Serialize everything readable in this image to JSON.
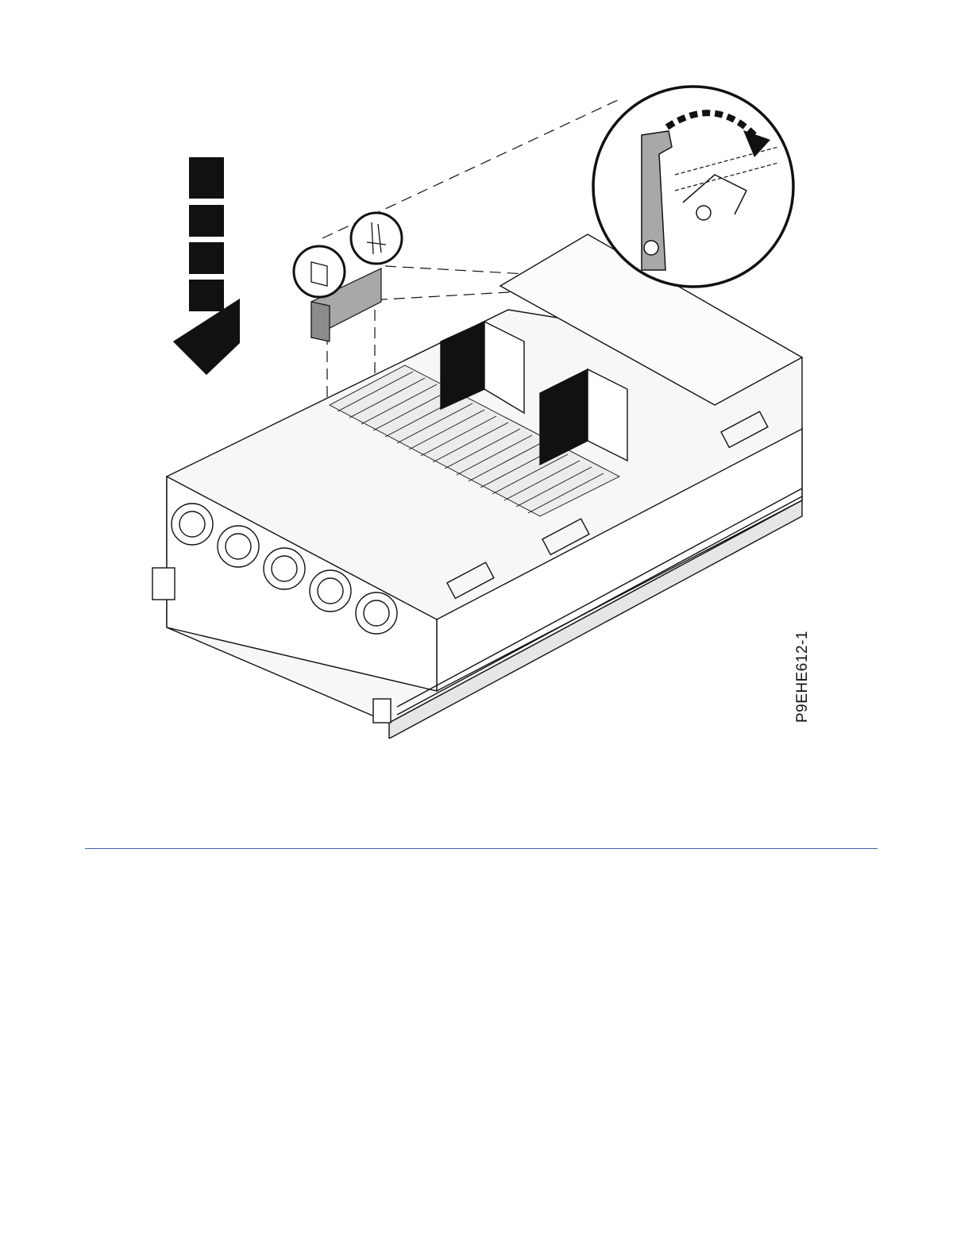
{
  "figure": {
    "id_label": "P9EHE612-1",
    "icons": [
      "down-arrow-icon",
      "zoom-callout",
      "server-chassis"
    ]
  },
  "colors": {
    "line": "#111111",
    "card_gray": "#a8a8a8",
    "rule": "#3a5fa8"
  }
}
